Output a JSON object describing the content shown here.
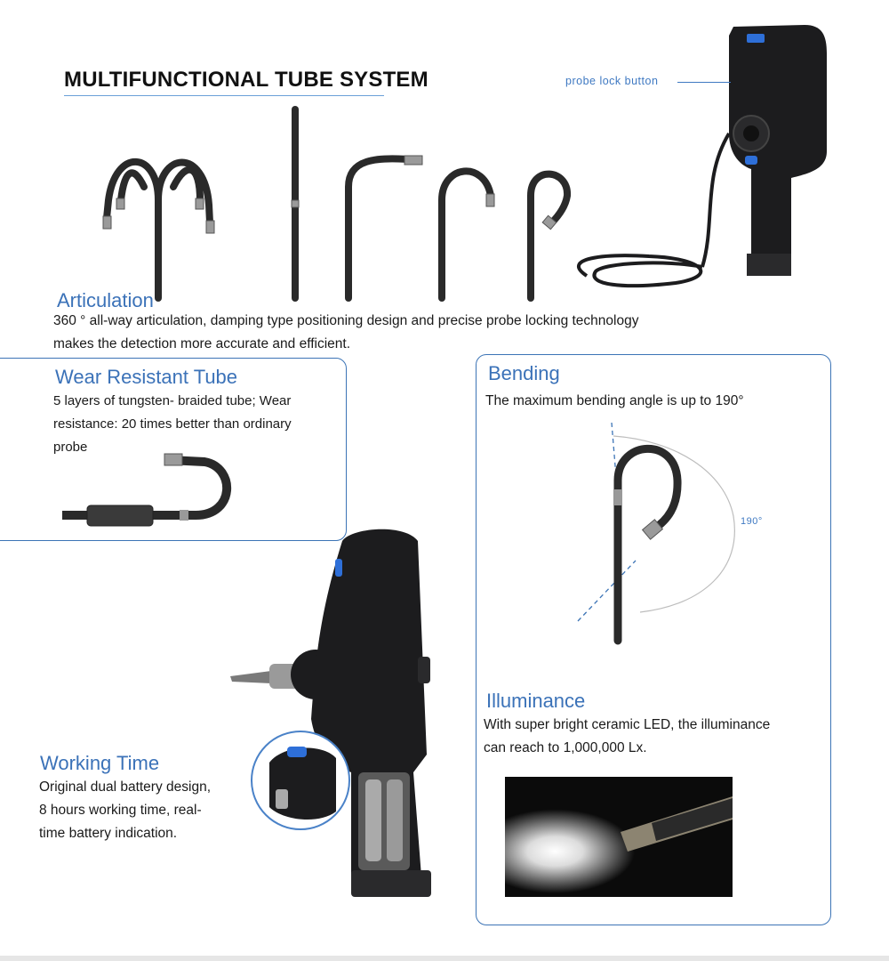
{
  "heading": {
    "title": "MULTIFUNCTIONAL TUBE SYSTEM"
  },
  "callouts": {
    "probe_lock": "probe lock button",
    "angle": "190°"
  },
  "articulation": {
    "title": "Articulation",
    "line1": "360 ° all-way articulation, damping type positioning design and precise probe locking technology",
    "line2": "makes the detection more accurate and efficient."
  },
  "wear": {
    "title": "Wear Resistant Tube",
    "line1": "5 layers of tungsten- braided tube; Wear",
    "line2": "resistance: 20 times better than ordinary",
    "line3": "probe"
  },
  "bending": {
    "title": "Bending",
    "line1": "The maximum bending angle is up to 190°"
  },
  "illuminance": {
    "title": "Illuminance",
    "line1": "With super bright ceramic LED, the illuminance",
    "line2": "can reach to 1,000,000 Lx."
  },
  "working": {
    "title": "Working Time",
    "line1": "Original dual battery design,",
    "line2": "8 hours working time, real-",
    "line3": "time battery indication."
  },
  "colors": {
    "accent": "#3b72b8",
    "panel_border": "#3c74b6",
    "device": "#1c1c1e"
  }
}
